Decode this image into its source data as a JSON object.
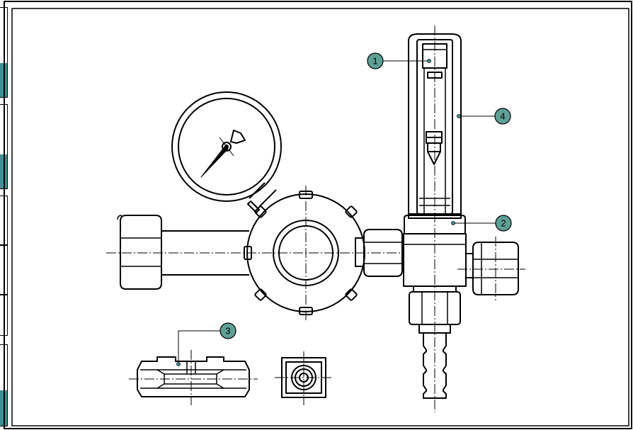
{
  "diagram": {
    "colors": {
      "line": "#000000",
      "accent": "#3f8f92",
      "callout_fill": "#5f9f96",
      "background": "#ffffff"
    },
    "callouts": [
      {
        "id": "1",
        "label": "1"
      },
      {
        "id": "2",
        "label": "2"
      },
      {
        "id": "3",
        "label": "3"
      },
      {
        "id": "4",
        "label": "4"
      }
    ],
    "side_tabs": [
      {
        "id": "tab-1",
        "accent": true
      },
      {
        "id": "tab-2",
        "accent": true
      },
      {
        "id": "tab-3",
        "accent": false
      },
      {
        "id": "tab-4",
        "accent": false
      },
      {
        "id": "tab-5",
        "accent": false
      },
      {
        "id": "tab-6",
        "accent": true
      }
    ]
  }
}
